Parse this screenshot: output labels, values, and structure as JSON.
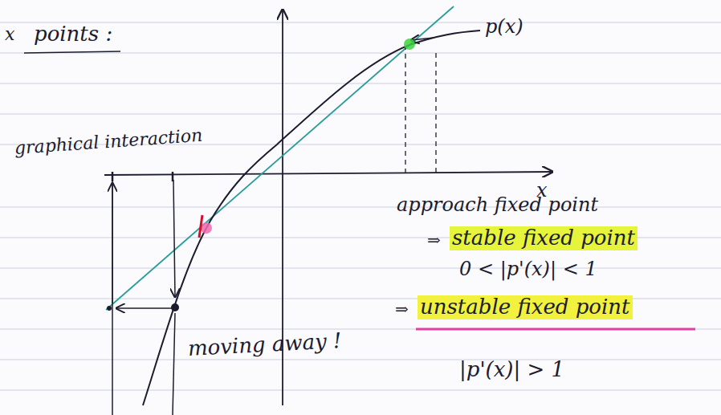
{
  "diagram": {
    "labels": [
      "x",
      "points :",
      "p(x)",
      "graphical interaction",
      "x",
      "approach fixed point",
      "⇒",
      "stable fixed point",
      "0 < |p'(x)| < 1",
      "moving away !",
      "⇒",
      "unstable fixed point",
      "|p'(x)| > 1"
    ]
  }
}
